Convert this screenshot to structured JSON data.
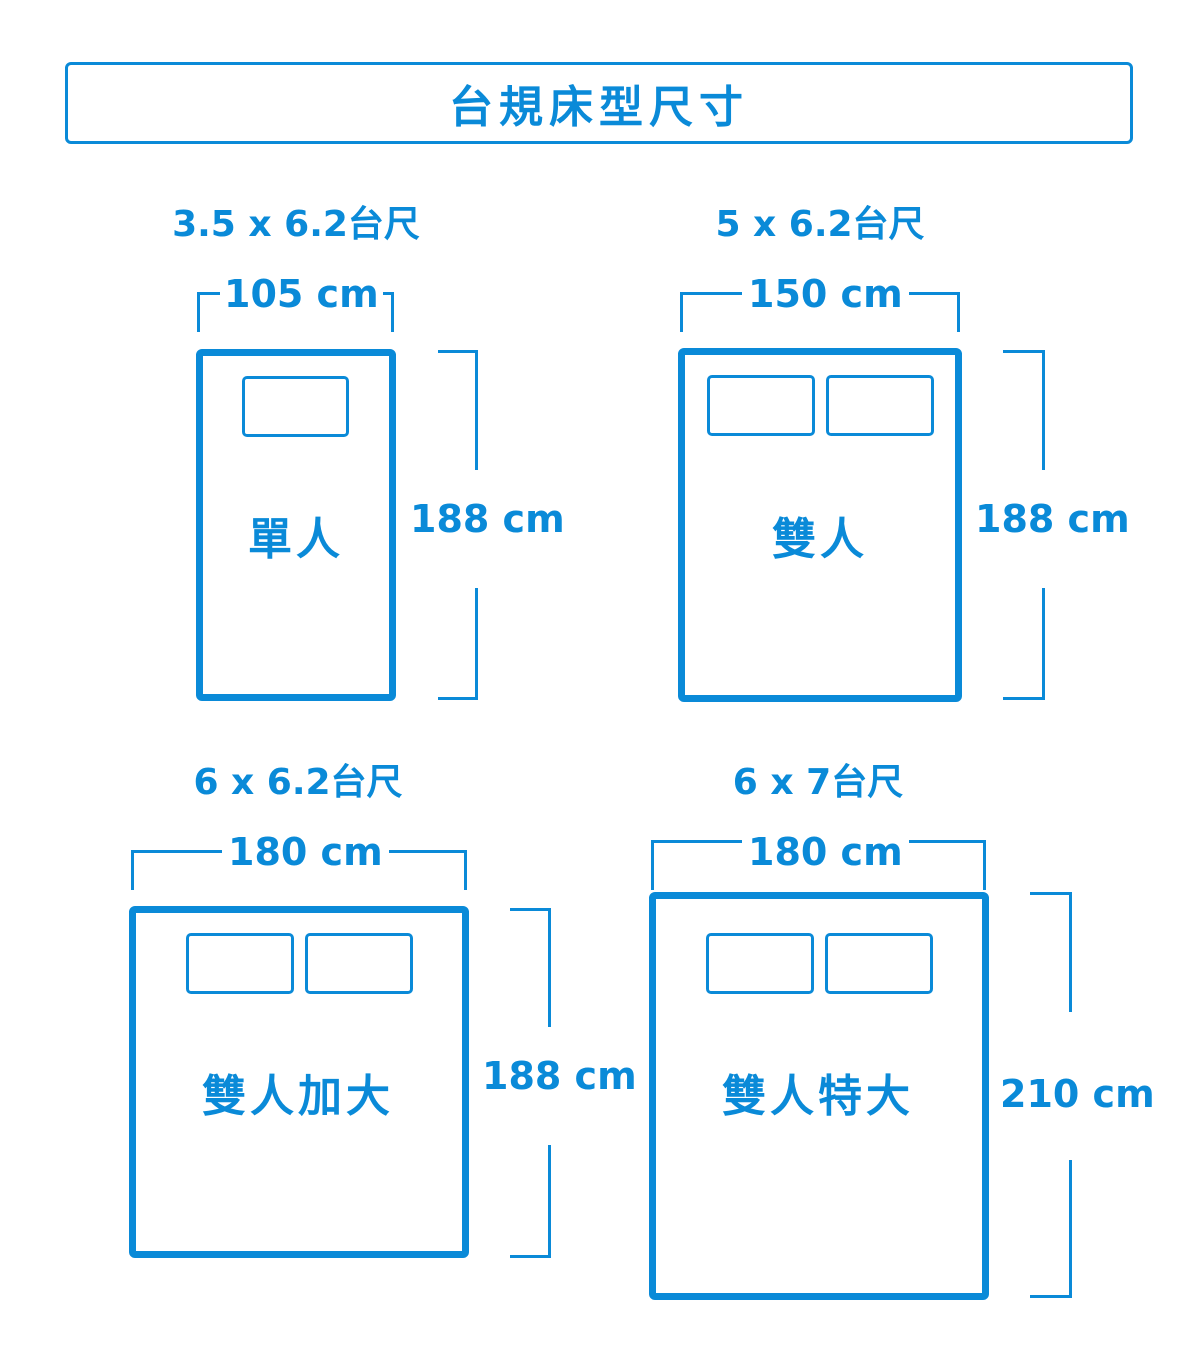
{
  "title": "台規床型尺寸",
  "accent_color": "#0a8ad8",
  "beds": [
    {
      "size_label": "3.5 x 6.2台尺",
      "name": "單人",
      "width_label": "105 cm",
      "length_label": "188 cm",
      "pillows": 1
    },
    {
      "size_label": "5 x 6.2台尺",
      "name": "雙人",
      "width_label": "150 cm",
      "length_label": "188 cm",
      "pillows": 2
    },
    {
      "size_label": "6 x 6.2台尺",
      "name": "雙人加大",
      "width_label": "180 cm",
      "length_label": "188 cm",
      "pillows": 2
    },
    {
      "size_label": "6 x 7台尺",
      "name": "雙人特大",
      "width_label": "180 cm",
      "length_label": "210 cm",
      "pillows": 2
    }
  ]
}
